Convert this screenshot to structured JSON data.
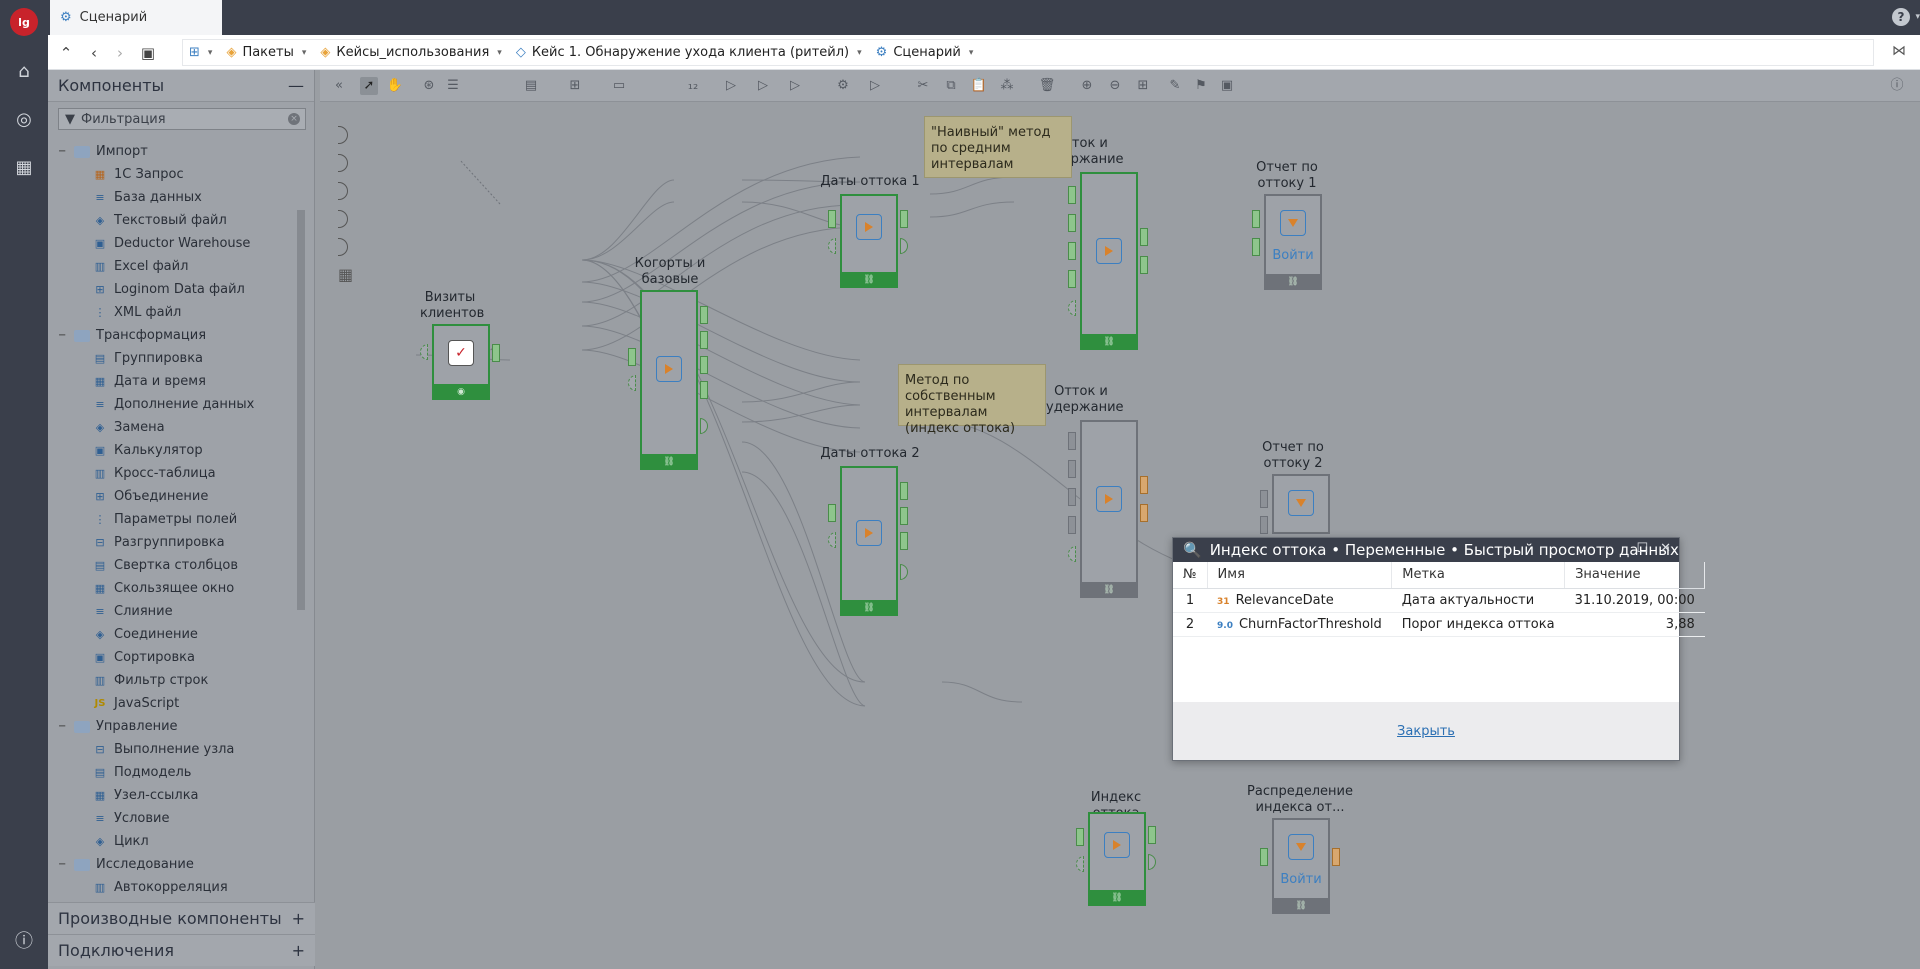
{
  "tab": {
    "title": "Сценарий"
  },
  "breadcrumbs": [
    {
      "label": "Пакеты"
    },
    {
      "label": "Кейсы_использования"
    },
    {
      "label": "Кейс 1. Обнаружение ухода клиента (ритейл)"
    },
    {
      "label": "Сценарий"
    }
  ],
  "panel": {
    "title": "Компоненты",
    "filter_placeholder": "Фильтрация",
    "tree": [
      {
        "type": "folder",
        "label": "Импорт"
      },
      {
        "type": "leaf",
        "label": "1С Запрос"
      },
      {
        "type": "leaf",
        "label": "База данных"
      },
      {
        "type": "leaf",
        "label": "Текстовый файл"
      },
      {
        "type": "leaf",
        "label": "Deductor Warehouse"
      },
      {
        "type": "leaf",
        "label": "Excel файл"
      },
      {
        "type": "leaf",
        "label": "Loginom Data файл"
      },
      {
        "type": "leaf",
        "label": "XML файл"
      },
      {
        "type": "folder",
        "label": "Трансформация"
      },
      {
        "type": "leaf",
        "label": "Группировка"
      },
      {
        "type": "leaf",
        "label": "Дата и время"
      },
      {
        "type": "leaf",
        "label": "Дополнение данных"
      },
      {
        "type": "leaf",
        "label": "Замена"
      },
      {
        "type": "leaf",
        "label": "Калькулятор"
      },
      {
        "type": "leaf",
        "label": "Кросс-таблица"
      },
      {
        "type": "leaf",
        "label": "Объединение"
      },
      {
        "type": "leaf",
        "label": "Параметры полей"
      },
      {
        "type": "leaf",
        "label": "Разгруппировка"
      },
      {
        "type": "leaf",
        "label": "Свертка столбцов"
      },
      {
        "type": "leaf",
        "label": "Скользящее окно"
      },
      {
        "type": "leaf",
        "label": "Слияние"
      },
      {
        "type": "leaf",
        "label": "Соединение"
      },
      {
        "type": "leaf",
        "label": "Сортировка"
      },
      {
        "type": "leaf",
        "label": "Фильтр строк"
      },
      {
        "type": "leaf",
        "label": "JavaScript"
      },
      {
        "type": "folder",
        "label": "Управление"
      },
      {
        "type": "leaf",
        "label": "Выполнение узла"
      },
      {
        "type": "leaf",
        "label": "Подмодель"
      },
      {
        "type": "leaf",
        "label": "Узел-ссылка"
      },
      {
        "type": "leaf",
        "label": "Условие"
      },
      {
        "type": "leaf",
        "label": "Цикл"
      },
      {
        "type": "folder",
        "label": "Исследование"
      },
      {
        "type": "leaf",
        "label": "Автокорреляция"
      }
    ],
    "accordion": [
      {
        "label": "Производные компоненты"
      },
      {
        "label": "Подключения"
      }
    ]
  },
  "canvas": {
    "nodes": {
      "visits": "Визиты клиентов",
      "cohorts": "Когорты и базовые расчеты",
      "dates1": "Даты оттока 1",
      "dates2": "Даты оттока 2",
      "churn1": "Отток и удержание",
      "churn2": "Отток и удержание",
      "report1": "Отчет по оттоку 1",
      "report2": "Отчет по оттоку 2",
      "index": "Индекс оттока",
      "distribution": "Распределение индекса от...",
      "enter": "Войти"
    },
    "notes": {
      "naive": "\"Наивный\" метод по средним интервалам",
      "own": "Метод по собственным интервалам (индекс оттока)"
    }
  },
  "modal": {
    "title": "Индекс оттока • Переменные • Быстрый просмотр данных",
    "columns": [
      "№",
      "Имя",
      "Метка",
      "Значение"
    ],
    "rows": [
      {
        "n": "1",
        "type": "31",
        "name": "RelevanceDate",
        "label": "Дата актуальности",
        "value": "31.10.2019, 00:00"
      },
      {
        "n": "2",
        "type": "9.0",
        "name": "ChurnFactorThreshold",
        "label": "Порог индекса оттока",
        "value": "3,88"
      }
    ],
    "close": "Закрыть"
  },
  "colors": {
    "rail": "#3a3f4b",
    "node_border": "#2f8f3e",
    "accent": "#d9822b",
    "link": "#2b6fb3"
  }
}
